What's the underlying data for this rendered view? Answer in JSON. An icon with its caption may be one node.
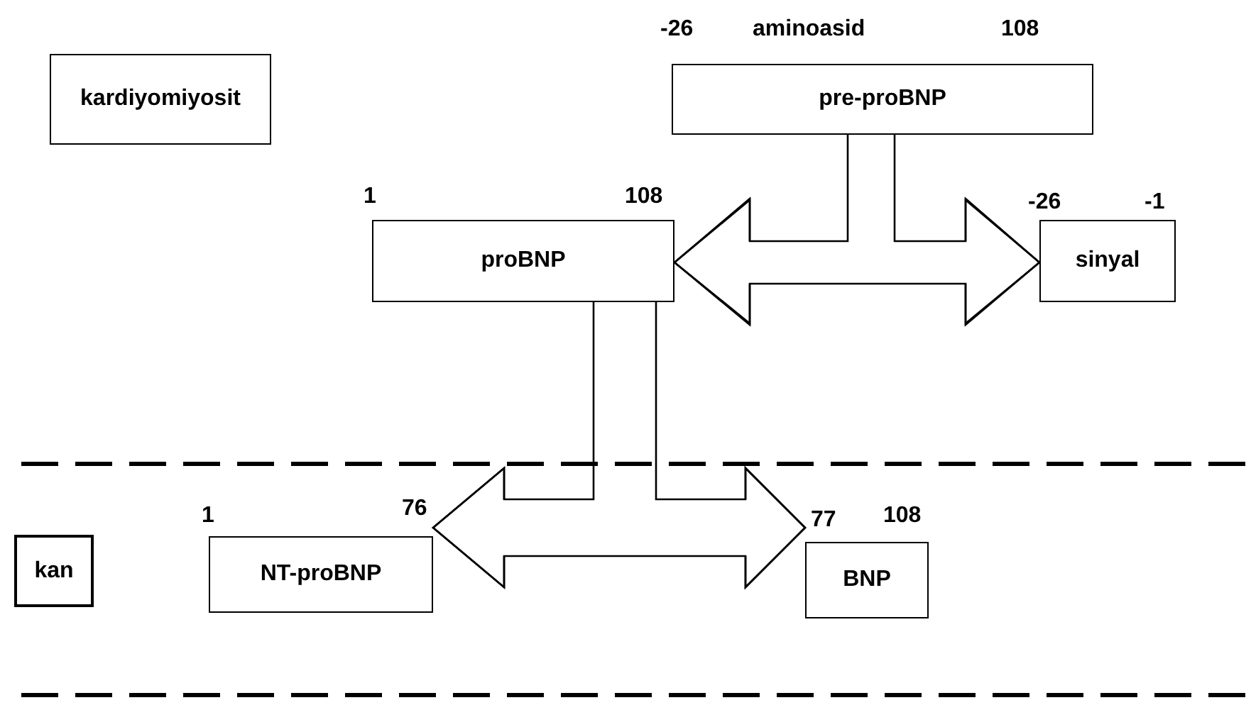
{
  "diagram": {
    "nodes": [
      {
        "text": [
          "kardiyomiyosit"
        ]
      },
      {
        "text": [
          "pre-proBNP"
        ],
        "beside": [
          "-26",
          "aminoasid",
          "108"
        ]
      },
      {
        "text": [
          "proBNP"
        ],
        "beside": [
          "1",
          "108"
        ]
      },
      {
        "text": [
          "sinyal"
        ],
        "beside": [
          "-26",
          "-1"
        ]
      },
      {
        "text": [
          "kan"
        ]
      },
      {
        "text": [
          "NT-proBNP"
        ],
        "beside": [
          "1",
          "76"
        ]
      },
      {
        "text": [
          "BNP"
        ],
        "beside": [
          "77",
          "108"
        ]
      }
    ],
    "edges": [
      {
        "from": 1,
        "to": 2,
        "arrow": "to"
      },
      {
        "from": 1,
        "to": 3,
        "arrow": "to"
      },
      {
        "from": 2,
        "to": 5,
        "arrow": "to"
      },
      {
        "from": 2,
        "to": 6,
        "arrow": "to"
      }
    ]
  }
}
